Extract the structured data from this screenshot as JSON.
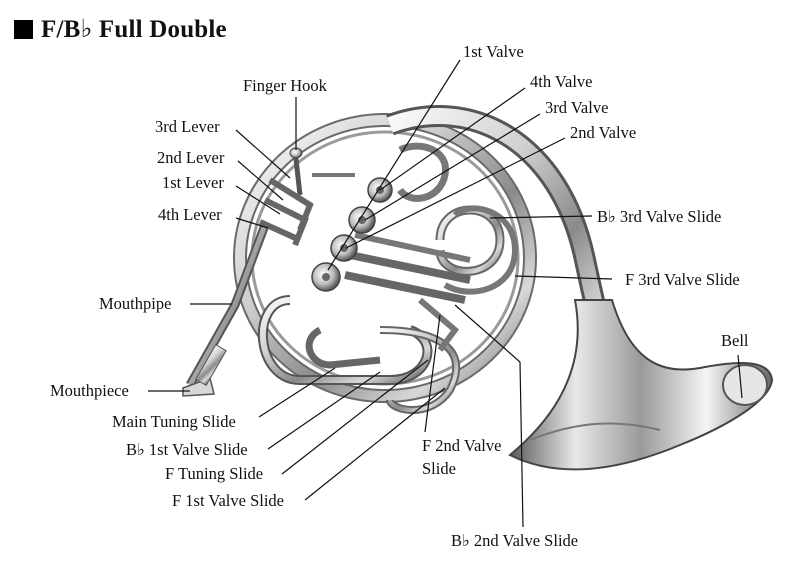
{
  "title": "F/B♭ Full Double",
  "labels": {
    "valve1": "1st Valve",
    "valve4": "4th Valve",
    "valve3": "3rd Valve",
    "valve2": "2nd Valve",
    "finger_hook": "Finger Hook",
    "lever3": "3rd Lever",
    "lever2": "2nd Lever",
    "lever1": "1st Lever",
    "lever4": "4th Lever",
    "mouthpipe": "Mouthpipe",
    "mouthpiece": "Mouthpiece",
    "main_tuning_slide": "Main Tuning Slide",
    "bb_1st_valve_slide": "B♭ 1st Valve Slide",
    "f_tuning_slide": "F Tuning Slide",
    "f_1st_valve_slide": "F 1st Valve Slide",
    "bb_3rd_valve_slide": "B♭ 3rd Valve Slide",
    "f_3rd_valve_slide": "F 3rd Valve Slide",
    "bell": "Bell",
    "f_2nd_valve_slide_line1": "F 2nd Valve",
    "f_2nd_valve_slide_line2": "Slide",
    "bb_2nd_valve_slide": "B♭ 2nd Valve Slide"
  },
  "colors": {
    "text": "#111111",
    "metal_light": "#f2f2f2",
    "metal_dark": "#6e6e6e"
  }
}
